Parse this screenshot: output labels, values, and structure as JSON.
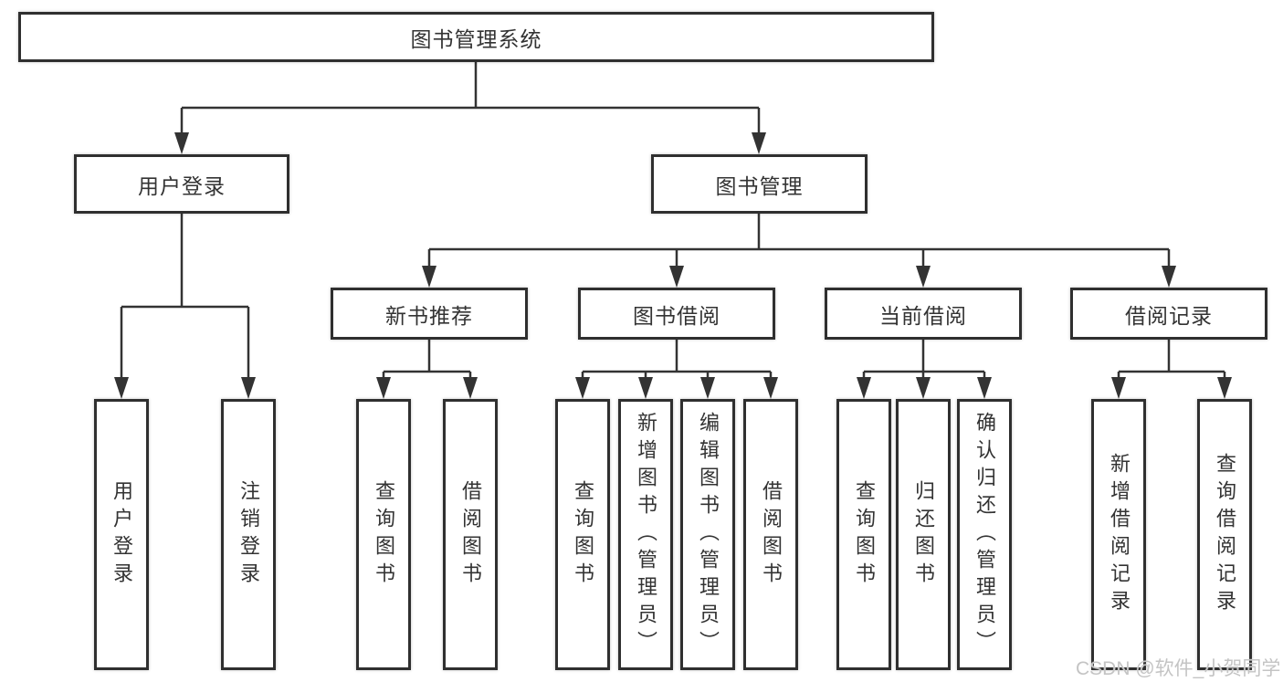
{
  "colors": {
    "line": "#333333",
    "box_border": "#2f2f2f",
    "text": "#333333",
    "background": "#ffffff",
    "watermark": "#c4c4c4"
  },
  "watermark": {
    "text": "CSDN @软件_小贺同学"
  },
  "tree": {
    "root": "图书管理系统",
    "branches": [
      {
        "label": "用户登录",
        "leaves": [
          "用户登录",
          "注销登录"
        ]
      },
      {
        "label": "图书管理",
        "groups": [
          {
            "label": "新书推荐",
            "leaves": [
              "查询图书",
              "借阅图书"
            ]
          },
          {
            "label": "图书借阅",
            "leaves": [
              "查询图书",
              "新增图书（管理员）",
              "编辑图书（管理员）",
              "借阅图书"
            ]
          },
          {
            "label": "当前借阅",
            "leaves": [
              "查询图书",
              "归还图书",
              "确认归还（管理员）"
            ]
          },
          {
            "label": "借阅记录",
            "leaves": [
              "新增借阅记录",
              "查询借阅记录"
            ]
          }
        ]
      }
    ]
  }
}
